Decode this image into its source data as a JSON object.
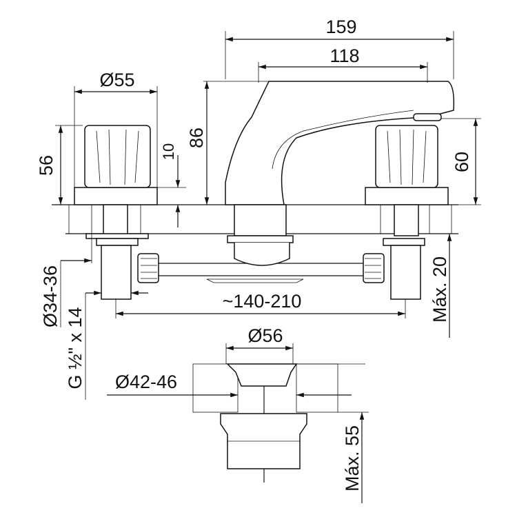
{
  "dimensions": {
    "spout_total_length": "159",
    "spout_reach": "118",
    "handle_diameter": "Ø55",
    "handle_height": "56",
    "base_height": "10",
    "spout_height": "86",
    "spout_outlet_height": "60",
    "valve_diameter": "Ø34-36",
    "thread": "G ½\" x 14",
    "center_distance": "~140-210",
    "max_deck_thickness": "Máx. 20",
    "drain_diameter": "Ø56",
    "drain_hole_diameter": "Ø42-46",
    "max_drain_thickness": "Máx. 55"
  }
}
